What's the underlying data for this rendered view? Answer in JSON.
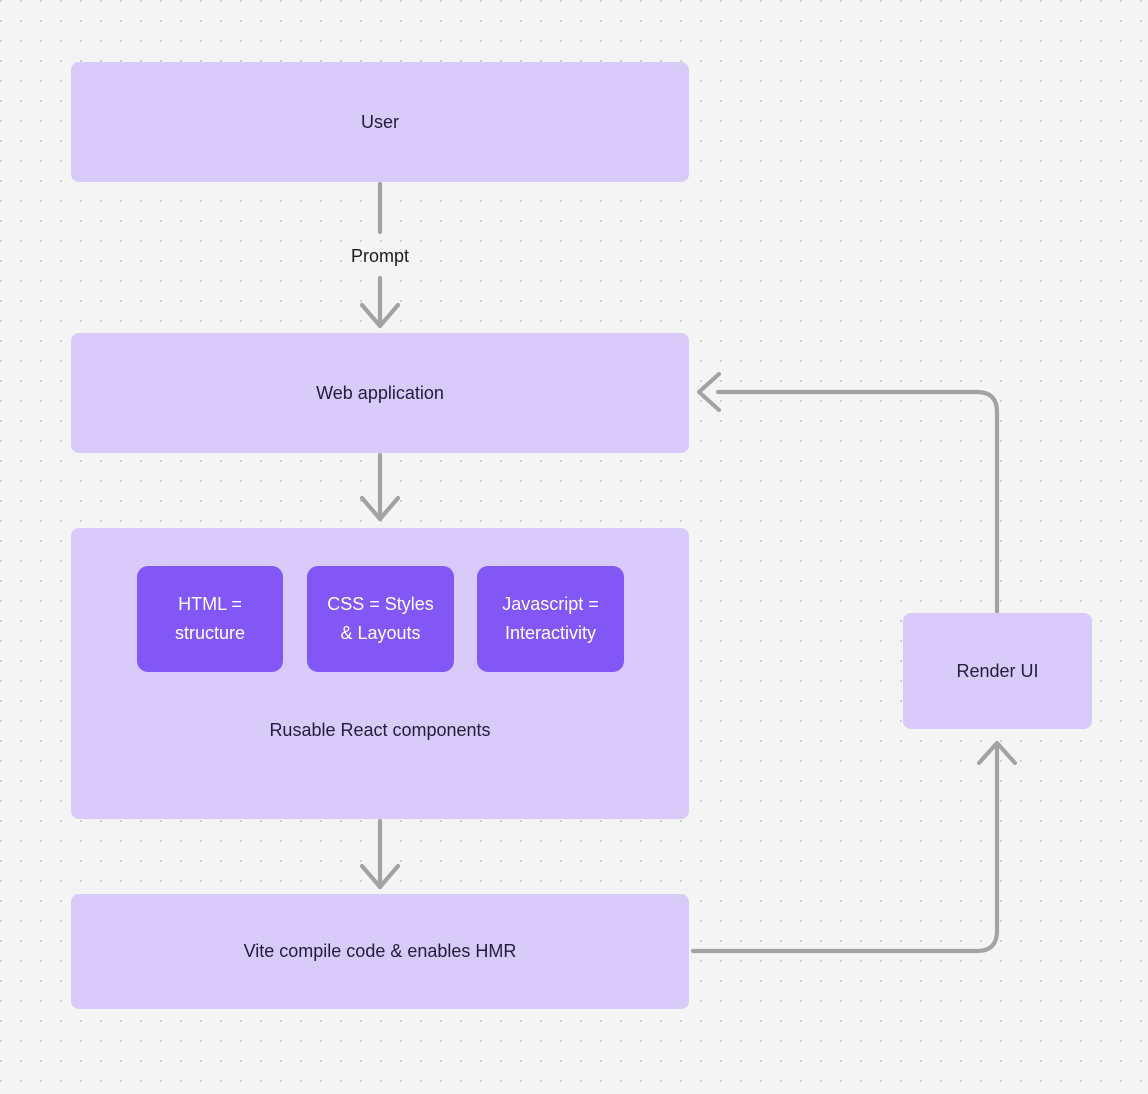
{
  "diagram": {
    "title": "Web application architecture flow",
    "background_color": "#f4f4f4",
    "dot_color": "#cfcfcf",
    "node_fill": "#d8caf9",
    "node_accent_fill": "#8257f5",
    "edge_color": "#a3a3a3",
    "text_color": "#21203c",
    "accent_text_color": "#ffffff"
  },
  "nodes": {
    "user": {
      "label": "User"
    },
    "web_application": {
      "label": "Web application"
    },
    "components_group": {
      "caption": "Rusable React components"
    },
    "html": {
      "label": "HTML =\nstructure",
      "line1": "HTML =",
      "line2": "structure"
    },
    "css": {
      "label": "CSS = Styles\n& Layouts",
      "line1": "CSS = Styles",
      "line2": "& Layouts"
    },
    "javascript": {
      "label": "Javascript =\nInteractivity",
      "line1": "Javascript =",
      "line2": "Interactivity"
    },
    "vite": {
      "label": "Vite compile code & enables HMR"
    },
    "render_ui": {
      "label": "Render UI"
    }
  },
  "edges": {
    "user_to_web": {
      "label": "Prompt"
    },
    "web_to_components": {
      "label": ""
    },
    "components_to_vite": {
      "label": ""
    },
    "vite_to_render": {
      "label": ""
    },
    "render_to_web": {
      "label": ""
    }
  }
}
